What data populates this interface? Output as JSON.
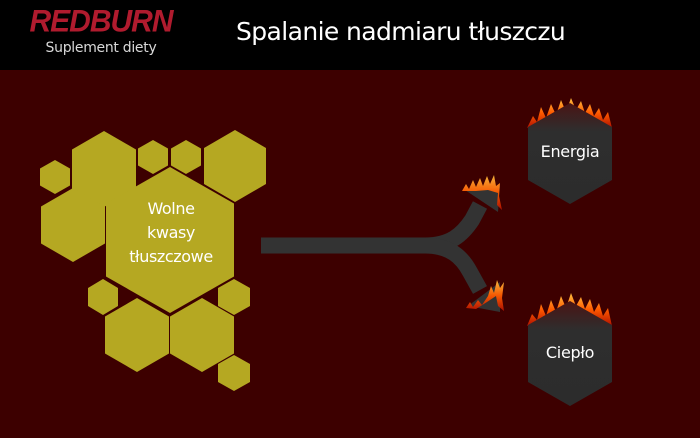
{
  "header": {
    "brand": "REDBURN",
    "tagline": "Suplement diety",
    "title": "Spalanie nadmiaru tłuszczu"
  },
  "diagram": {
    "source": {
      "label_lines": [
        "Wolne",
        "kwasy",
        "tłuszczowe"
      ],
      "color": "#b5a822"
    },
    "outputs": [
      {
        "label": "Energia",
        "color": "#2e2e2e",
        "decoration": "flame-icon"
      },
      {
        "label": "Ciepło",
        "color": "#2e2e2e",
        "decoration": "flame-icon"
      }
    ],
    "arrow": {
      "type": "fork-arrow",
      "color": "#333333",
      "branches": 2
    }
  },
  "colors": {
    "background": "#3d0000",
    "header_bg": "#000000",
    "brand_red": "#b01b2e",
    "hex_olive": "#b5a822",
    "hex_dark": "#2e2e2e",
    "flame": "#ff6a00"
  }
}
